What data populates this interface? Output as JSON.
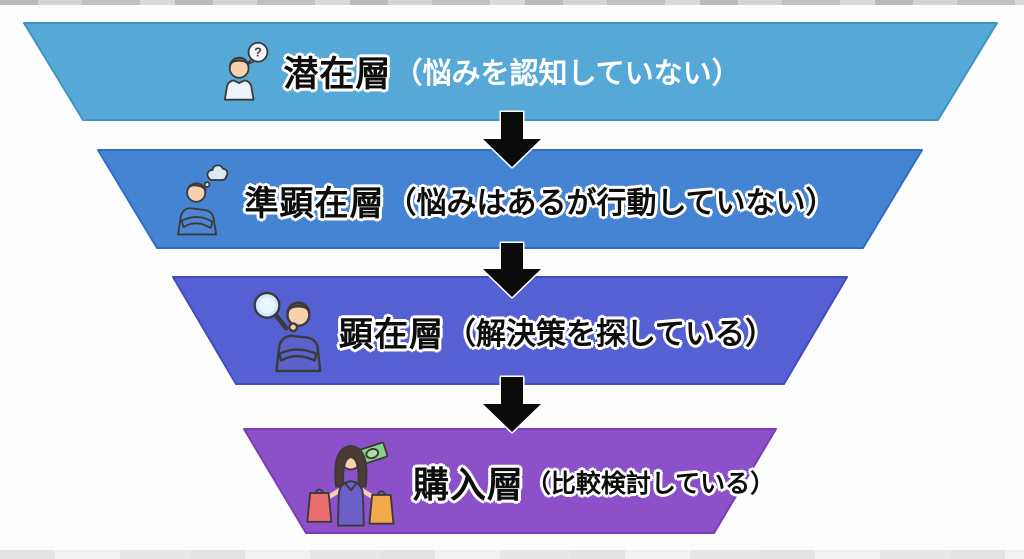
{
  "page": {
    "background": "#fdfdfd"
  },
  "funnel": {
    "arrow_color": "#0b0b0b",
    "arrow_outline": "#ffffff",
    "stages": [
      {
        "label": "潜在層",
        "note": "（悩みを認知していない）",
        "fill": "#56a9d6",
        "edge": "#3f93c6",
        "icon": "person-question-icon"
      },
      {
        "label": "準顕在層",
        "note": "（悩みはあるが行動していない）",
        "fill": "#4484d3",
        "edge": "#2f6ec2",
        "icon": "person-thinking-icon"
      },
      {
        "label": "顕在層",
        "note": "（解決策を探している）",
        "fill": "#5561d2",
        "edge": "#434cbe",
        "icon": "person-magnifier-icon"
      },
      {
        "label": "購入層",
        "note": "（比較検討している）",
        "fill": "#8c50c8",
        "edge": "#7a3db6",
        "icon": "shopping-person-icon"
      }
    ]
  }
}
